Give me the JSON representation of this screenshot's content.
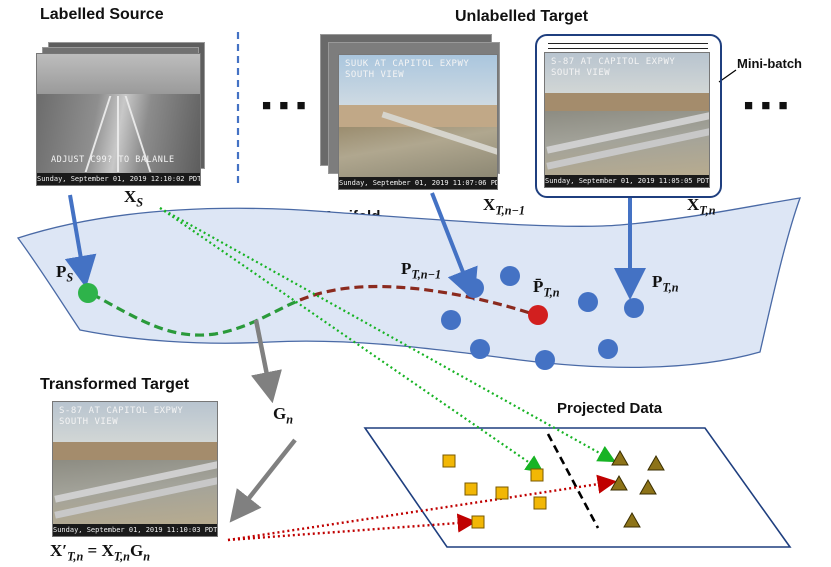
{
  "labels": {
    "source_title": "Labelled Source",
    "target_title": "Unlabelled Target",
    "mini_batch": "Mini-batch",
    "manifold": "Grassmann Manifold",
    "transformed_title": "Transformed Target",
    "projected_title": "Projected Data",
    "ellipsis_left": "■ ■ ■",
    "ellipsis_right": "■ ■ ■"
  },
  "math": {
    "xs_base": "X",
    "xs_sub": "S",
    "xtn1_base": "X",
    "xtn1_sub": "T,n−1",
    "xtn_base": "X",
    "xtn_sub": "T,n",
    "ps_base": "P",
    "ps_sub": "S",
    "ptn1_base": "P",
    "ptn1_sub": "T,n−1",
    "ptn_bar_base": "P̄",
    "ptn_bar_sub": "T,n",
    "ptn_base": "P",
    "ptn_sub": "T,n",
    "gn_base": "G",
    "gn_sub": "n",
    "eq_lhs": "X′",
    "eq_lhs_sub": "T,n",
    "eq_mid": " = X",
    "eq_mid_sub": "T,n",
    "eq_rhs": "G",
    "eq_rhs_sub": "n"
  },
  "frames": {
    "source": {
      "overlay": "ADJUST  C99?  TO  BALANLE",
      "caption": "Sunday,  September  01,  2019      12:10:02 PDT"
    },
    "target_prev": {
      "overlay_1": "SUUK AT CAPITOL EXPWY",
      "overlay_2": "SOUTH VIEW",
      "caption": "Sunday,  September  01,  2019      11:07:06 PDT"
    },
    "target_batch": {
      "overlay_1": "S-87 AT CAPITOL EXPWY",
      "overlay_2": "SOUTH VIEW",
      "caption": "Sunday,  September  01,  2019      11:05:05 PDT"
    },
    "transformed": {
      "overlay_1": "S-87 AT CAPITOL EXPWY",
      "overlay_2": "SOUTH VIEW",
      "caption": "Sunday,  September  01,  2019      11:10:03 PDT"
    }
  },
  "colors": {
    "manifold_fill": "#dde6f5",
    "manifold_stroke": "#4a6aa6",
    "arrow_blue": "#4472c4",
    "source_point": "#2eb34a",
    "mean_point": "#d21f1f",
    "target_point": "#4472c4",
    "source_marker": "#f2b705",
    "target_marker": "#8d7318",
    "green_dotted": "#17b324",
    "red_dotted": "#c00000",
    "geodesic_green": "#2a9a3a",
    "geodesic_red": "#8b2a1e",
    "gray_arrow": "#808080",
    "batch_box": "#1f3f7f"
  },
  "icons": [
    "frame-stack",
    "dashed-separator",
    "curved-arrow",
    "square-marker",
    "triangle-marker"
  ]
}
